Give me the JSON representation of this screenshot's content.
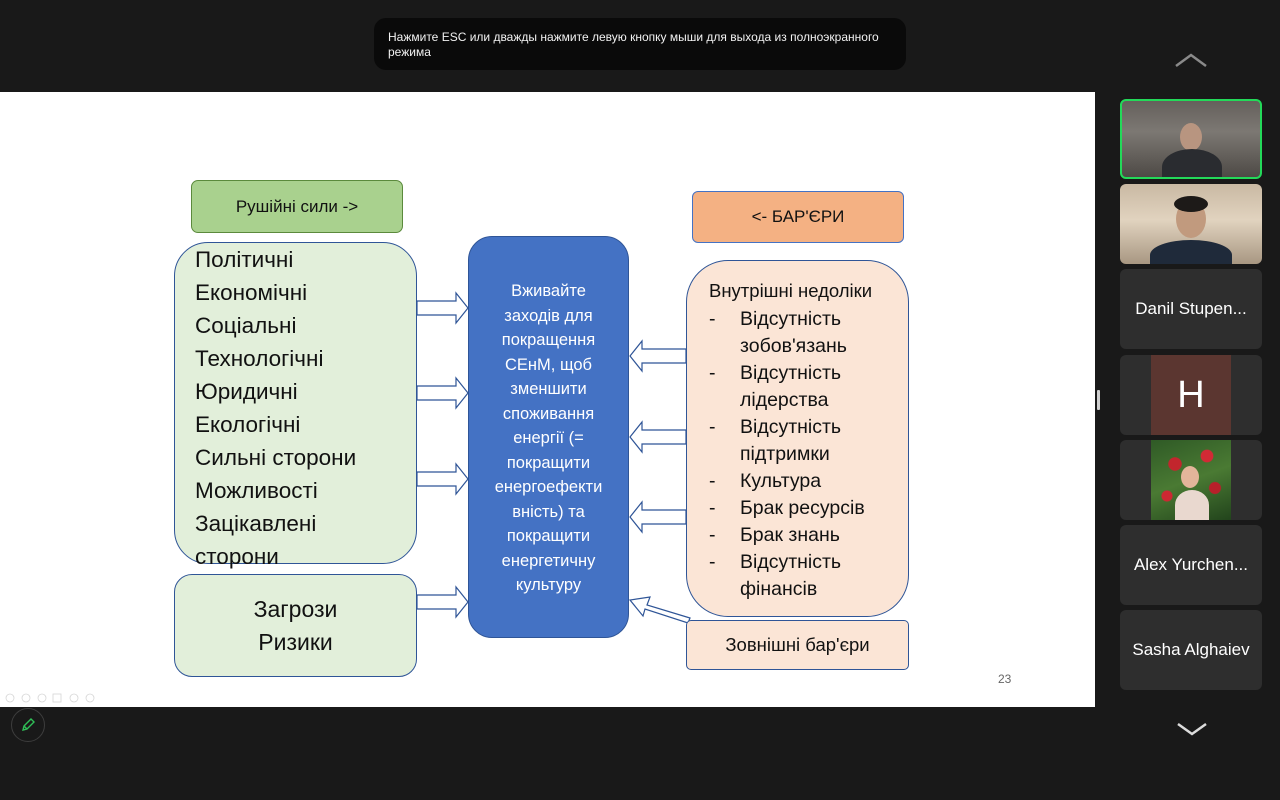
{
  "fullscreen_notice": {
    "line1": "Нажмите ESC или дважды нажмите левую кнопку мыши для выхода из полноэкранного",
    "line2": "режима"
  },
  "slide": {
    "drivers_header": "Рушійні сили ->",
    "drivers": [
      "Політичні",
      "Економічні",
      "Соціальні",
      "Технологічні",
      "Юридичні",
      "Екологічні",
      "Сильні сторони",
      "Можливості",
      "Зацікавлені",
      "сторони"
    ],
    "threats": [
      "Загрози",
      "Ризики"
    ],
    "center_lines": [
      "Вживайте",
      "заходів для",
      "покращення",
      "СЕнМ, щоб",
      "зменшити",
      "споживання",
      "енергії (=",
      "покращити",
      "енергоефекти",
      "вність) та",
      "покращити",
      "енергетичну",
      "культуру"
    ],
    "barriers_header": "<- БАР'ЄРИ",
    "internal_title": "Внутрішні недоліки",
    "internal_items": [
      {
        "dash": "-",
        "lines": [
          "Відсутність",
          "зобов'язань"
        ]
      },
      {
        "dash": "-",
        "lines": [
          "Відсутність",
          "лідерства"
        ]
      },
      {
        "dash": "-",
        "lines": [
          "Відсутність",
          "підтримки"
        ]
      },
      {
        "dash": "-",
        "lines": [
          "Культура"
        ]
      },
      {
        "dash": "-",
        "lines": [
          "Брак ресурсів"
        ]
      },
      {
        "dash": "-",
        "lines": [
          "Брак знань"
        ]
      },
      {
        "dash": "-",
        "lines": [
          "Відсутність",
          "фінансів"
        ]
      }
    ],
    "external_label": "Зовнішні бар'єри",
    "slide_number": "23",
    "colors": {
      "drivers_fill": "#e2efda",
      "drivers_header": "#a9d18e",
      "barriers_header": "#f4b183",
      "barrier_fill": "#fbe5d6",
      "center_fill": "#4472c4",
      "outline": "#2f5597"
    }
  },
  "participants": [
    {
      "name": "",
      "type": "video",
      "active": true
    },
    {
      "name": "",
      "type": "video",
      "active": false
    },
    {
      "name": "Danil Stupen...",
      "type": "name"
    },
    {
      "name": "H",
      "type": "avatar-letter"
    },
    {
      "name": "",
      "type": "photo"
    },
    {
      "name": "Alex Yurchen...",
      "type": "name"
    },
    {
      "name": "Sasha Alghaiev",
      "type": "name"
    }
  ],
  "icons": {
    "scroll_up": "chevron-up-icon",
    "scroll_down": "chevron-down-icon",
    "annotate": "pencil-icon"
  },
  "accent_color": "#23d959"
}
